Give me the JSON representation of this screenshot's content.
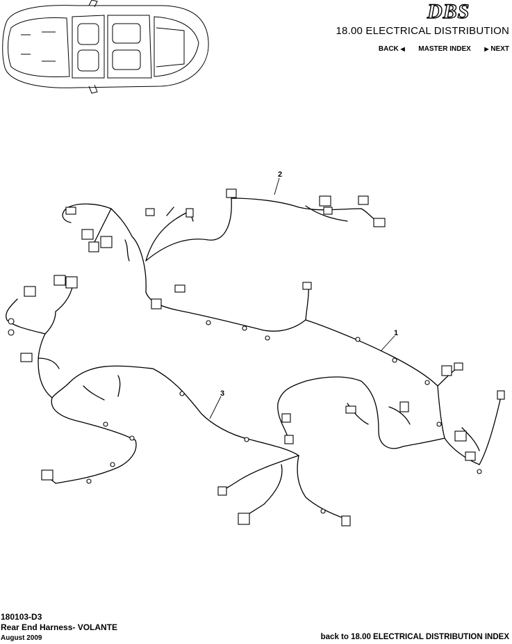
{
  "brand": {
    "logo_text": "DBS"
  },
  "header": {
    "section_title": "18.00 ELECTRICAL DISTRIBUTION"
  },
  "nav": {
    "back": "BACK",
    "master_index": "MASTER INDEX",
    "next": "NEXT"
  },
  "diagram": {
    "callouts": [
      "1",
      "2",
      "3"
    ]
  },
  "footer": {
    "part_code": "180103-D3",
    "part_name": "Rear End Harness- VOLANTE",
    "date": "August 2009",
    "back_link": "back to 18.00 ELECTRICAL DISTRIBUTION INDEX"
  }
}
